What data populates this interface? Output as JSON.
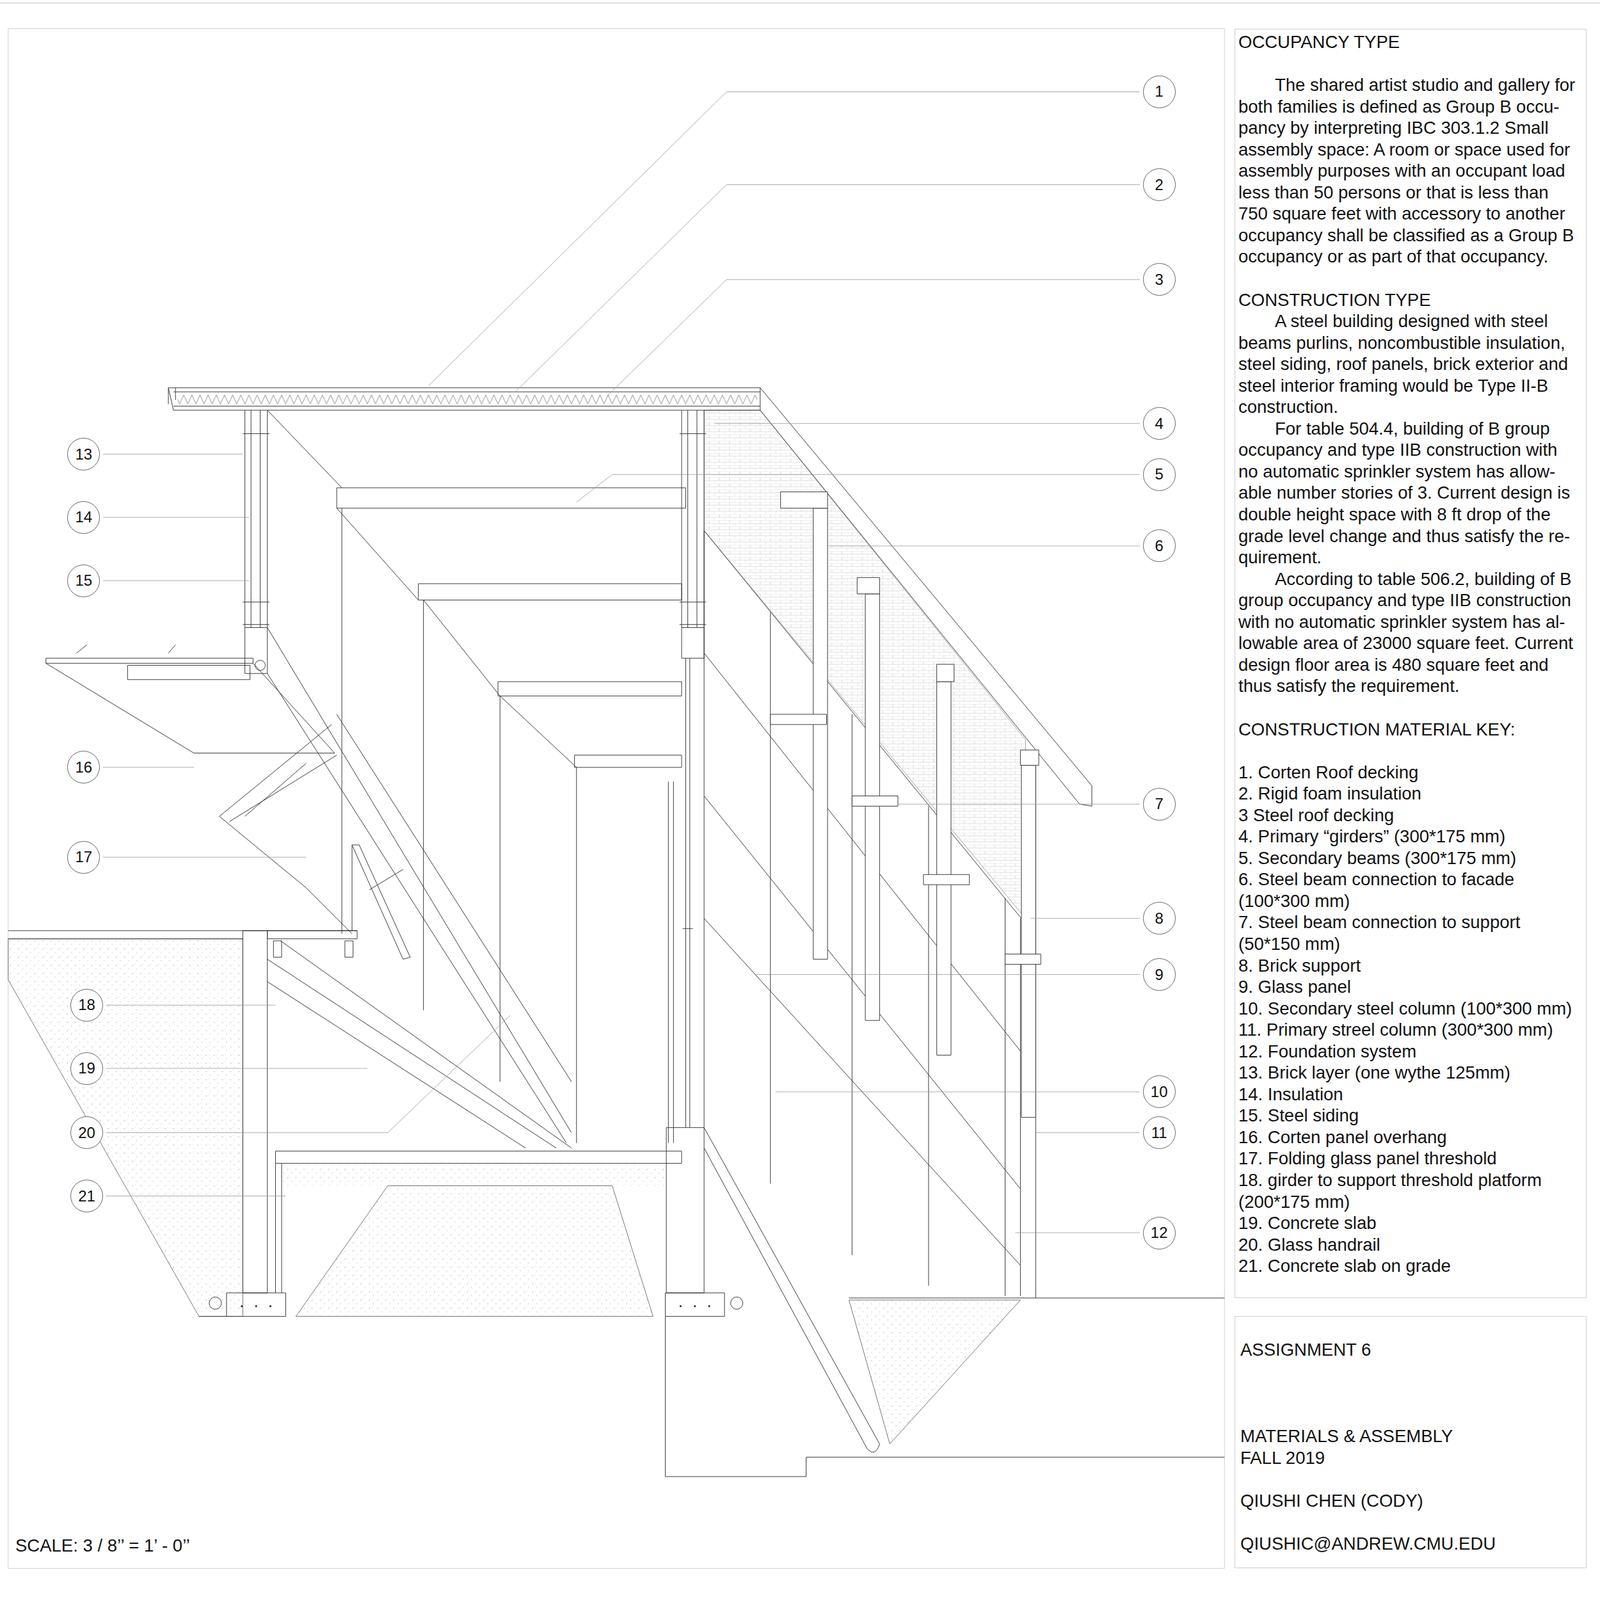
{
  "diagram": {
    "nodes": [
      {
        "text": [
          "1"
        ]
      },
      {
        "text": [
          "2"
        ]
      },
      {
        "text": [
          "3"
        ]
      },
      {
        "text": [
          "4"
        ]
      },
      {
        "text": [
          "5"
        ]
      },
      {
        "text": [
          "6"
        ]
      },
      {
        "text": [
          "7"
        ]
      },
      {
        "text": [
          "8"
        ]
      },
      {
        "text": [
          "9"
        ]
      },
      {
        "text": [
          "10"
        ]
      },
      {
        "text": [
          "11"
        ]
      },
      {
        "text": [
          "12"
        ]
      },
      {
        "text": [
          "13"
        ]
      },
      {
        "text": [
          "14"
        ]
      },
      {
        "text": [
          "15"
        ]
      },
      {
        "text": [
          "16"
        ]
      },
      {
        "text": [
          "17"
        ]
      },
      {
        "text": [
          "18"
        ]
      },
      {
        "text": [
          "19"
        ]
      },
      {
        "text": [
          "20"
        ]
      },
      {
        "text": [
          "21"
        ]
      },
      {
        "text": [
          "OCCUPANCY TYPE",
          "The shared artist studio and gallery for both families is defined as Group B occu-pancy by interpreting IBC 303.1.2 Small assembly space: A room or space used for assembly purposes with an occupant load less than 50 persons or that is less than 750 square feet with accessory to another occupancy shall be classified as a Group B occupancy or as part of that occupancy.",
          "CONSTRUCTION TYPE",
          "A steel building designed with steel beams purlins, noncombustible insulation, steel siding, roof panels, brick exterior and steel interior framing would be Type II-B construction.",
          "For table 504.4, building of B group occupancy and type IIB construction with no automatic sprinkler system has allow-able number stories of 3. Current design is double height space with 8 ft drop of the grade level change and thus satisfy the re-quirement.",
          "According to table 506.2, building of B group occupancy and type IIB construction with no automatic sprinkler system has al-lowable area of 23000 square feet. Current design floor area is 480 square feet and thus satisfy the requirement.",
          "CONSTRUCTION MATERIAL KEY:",
          "1. Corten Roof decking",
          "2. Rigid foam insulation",
          "3 Steel roof decking",
          "4. Primary “girders” (300*175 mm)",
          "5. Secondary beams (300*175 mm)",
          "6. Steel beam connection to facade (100*300 mm)",
          "7. Steel beam connection to support (50*150 mm)",
          "8. Brick support",
          "9. Glass panel",
          "10. Secondary steel column (100*300 mm)",
          "11. Primary streel column (300*300 mm)",
          "12. Foundation system",
          "13. Brick layer (one wythe 125mm)",
          "14. Insulation",
          "15. Steel siding",
          "16. Corten panel overhang",
          "17. Folding glass panel threshold",
          "18. girder to support threshold platform (200*175 mm)",
          "19. Concrete slab",
          "20. Glass handrail",
          "21. Concrete slab on grade"
        ]
      },
      {
        "text": [
          "ASSIGNMENT 6",
          "MATERIALS & ASSEMBLY FALL 2019",
          "QIUSHI CHEN (CODY)",
          "QIUSHIC@ANDREW.CMU.EDU"
        ]
      }
    ],
    "labels": [
      "SCALE: 3 / 8’’ = 1’ - 0’’"
    ]
  }
}
